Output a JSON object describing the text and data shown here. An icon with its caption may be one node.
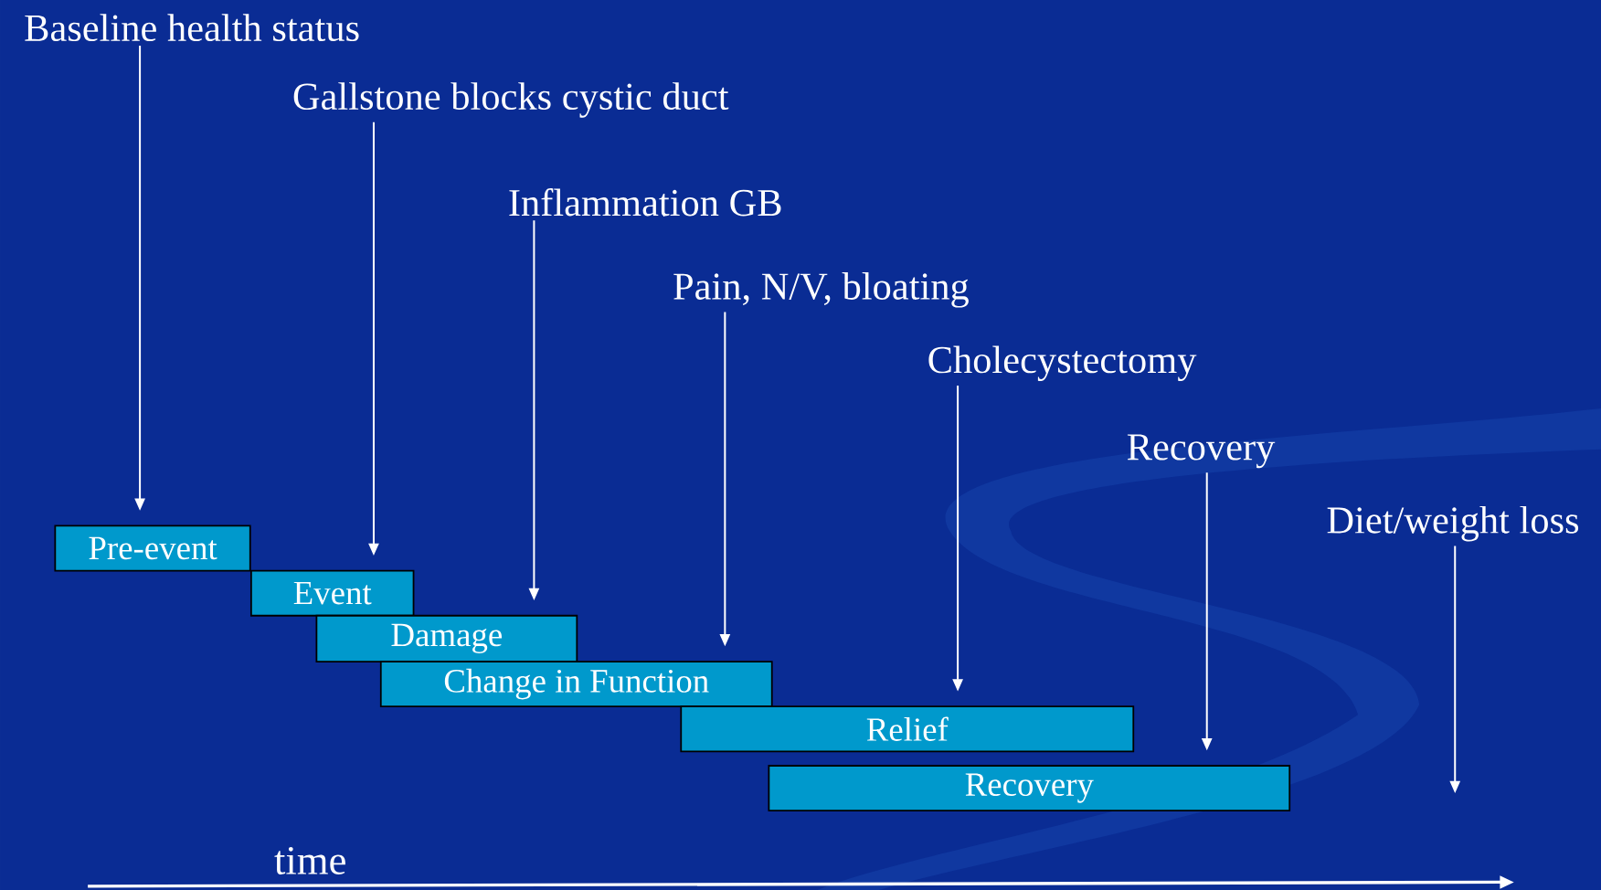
{
  "diagram": {
    "nodes": [
      {
        "text": [
          "Baseline health status"
        ]
      },
      {
        "text": [
          "Gallstone blocks cystic duct"
        ]
      },
      {
        "text": [
          "Inflammation GB"
        ]
      },
      {
        "text": [
          "Pain, N/V, bloating"
        ]
      },
      {
        "text": [
          "Cholecystectomy"
        ]
      },
      {
        "text": [
          "Recovery"
        ]
      },
      {
        "text": [
          "Diet/weight loss"
        ]
      },
      {
        "text": [
          "Pre-event"
        ]
      },
      {
        "text": [
          "Event"
        ]
      },
      {
        "text": [
          "Damage"
        ]
      },
      {
        "text": [
          "Change in Function"
        ]
      },
      {
        "text": [
          "Relief"
        ]
      },
      {
        "text": [
          "Recovery"
        ]
      }
    ],
    "edges": [
      {
        "from": 0,
        "to": 7,
        "arrow": "to"
      },
      {
        "from": 1,
        "to": 8,
        "arrow": "to"
      },
      {
        "from": 2,
        "to": 9,
        "arrow": "to"
      },
      {
        "from": 3,
        "to": 10,
        "arrow": "to"
      },
      {
        "from": 4,
        "to": 11,
        "arrow": "to"
      },
      {
        "from": 5,
        "to": 12,
        "arrow": "to"
      },
      {
        "from": 6,
        "to": null,
        "arrow": "to"
      }
    ],
    "labels": [
      "time"
    ]
  }
}
